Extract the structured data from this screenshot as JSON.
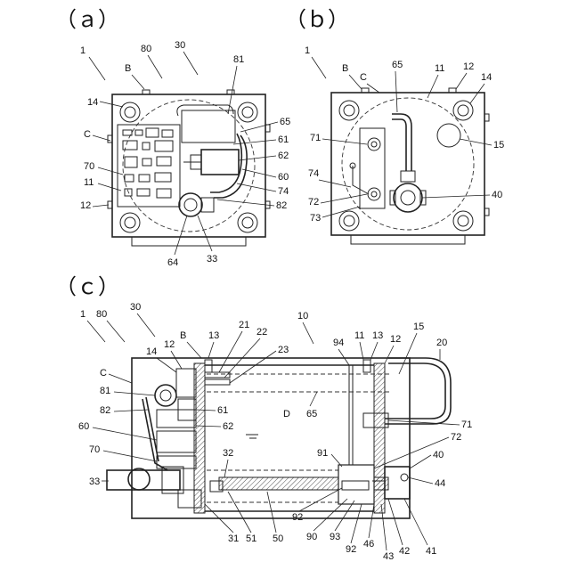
{
  "panels": {
    "a": {
      "label": "（ａ）",
      "refs": {
        "r1": "1",
        "r80": "80",
        "r30": "30",
        "rB": "B",
        "r81": "81",
        "r14": "14",
        "r65": "65",
        "rC": "C",
        "r61": "61",
        "r62": "62",
        "r70": "70",
        "r60": "60",
        "r11": "11",
        "r74": "74",
        "r12": "12",
        "r82": "82",
        "r64": "64",
        "r33": "33"
      }
    },
    "b": {
      "label": "（ｂ）",
      "refs": {
        "r1": "1",
        "rB": "B",
        "rC": "C",
        "r65": "65",
        "r11": "11",
        "r12": "12",
        "r14": "14",
        "r71": "71",
        "r15": "15",
        "r74": "74",
        "r72": "72",
        "r73": "73",
        "r40": "40"
      }
    },
    "c": {
      "label": "（ｃ）",
      "refs": {
        "r1": "1",
        "r80": "80",
        "r30": "30",
        "rB": "B",
        "r13a": "13",
        "r21": "21",
        "r22": "22",
        "r23": "23",
        "r10": "10",
        "r94": "94",
        "r11": "11",
        "r13b": "13",
        "r12b": "12",
        "r15": "15",
        "r20": "20",
        "r12a": "12",
        "r14": "14",
        "rC": "C",
        "r81": "81",
        "r65": "65",
        "r82": "82",
        "r61": "61",
        "r71": "71",
        "rD": "D",
        "r62": "62",
        "r60": "60",
        "r72": "72",
        "r70": "70",
        "r91": "91",
        "r32": "32",
        "r40": "40",
        "r33": "33",
        "r44": "44",
        "r92a": "92",
        "r90": "90",
        "r93": "93",
        "r92b": "92",
        "r46": "46",
        "r42": "42",
        "r41": "41",
        "r43": "43",
        "r31": "31",
        "r51": "51",
        "r50": "50"
      }
    }
  }
}
